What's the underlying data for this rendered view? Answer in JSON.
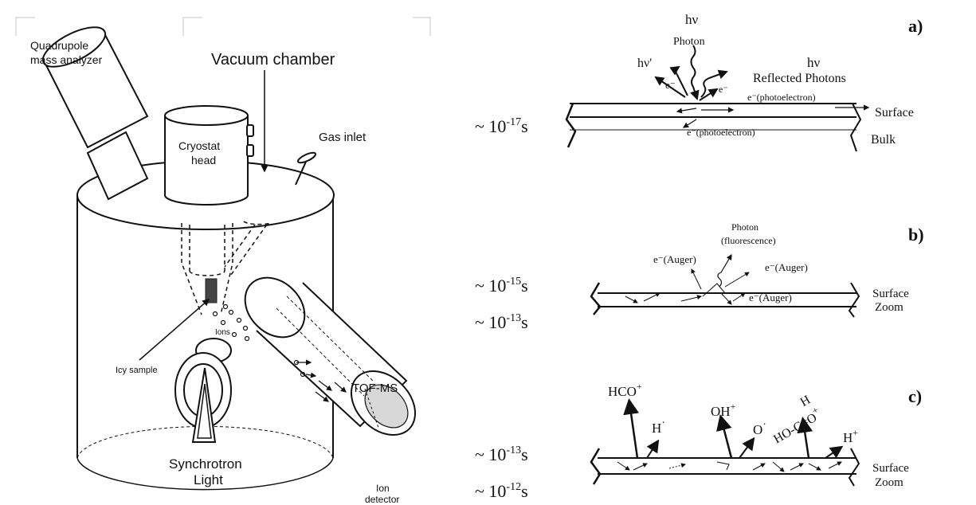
{
  "apparatus": {
    "vacuum_chamber": "Vacuum chamber",
    "quadrupole_line1": "Quadrupole",
    "quadrupole_line2": "mass analyzer",
    "cryostat_line1": "Cryostat",
    "cryostat_line2": "head",
    "gas_inlet": "Gas inlet",
    "ions": "Ions",
    "icy_sample": "Icy sample",
    "tof_ms": "TOF-MS",
    "synchrotron_line1": "Synchrotron",
    "synchrotron_line2": "Light",
    "ion_detector_line1": "Ion",
    "ion_detector_line2": "detector"
  },
  "panel_a": {
    "label": "a)",
    "hv_top": "hν",
    "photon": "Photon",
    "hv_prime": "hν'",
    "hv_right": "hν",
    "reflected": "Reflected Photons",
    "e_minus": "e⁻",
    "e_minus_2": "e⁻",
    "photoelectron_top": "e⁻(photoelectron)",
    "photoelectron_bottom": "e⁻(photoelectron)",
    "time": "~ 10",
    "time_exp": "-17",
    "time_unit": "s",
    "surface": "Surface",
    "bulk": "Bulk"
  },
  "panel_b": {
    "label": "b)",
    "photon": "Photon",
    "fluorescence": "(fluorescence)",
    "auger_left": "e⁻(Auger)",
    "auger_right": "e⁻(Auger)",
    "auger_bottom": "e⁻(Auger)",
    "time1": "~ 10",
    "time1_exp": "-15",
    "time2": "~ 10",
    "time2_exp": "-13",
    "time_unit": "s",
    "surface": "Surface",
    "zoom": "Zoom"
  },
  "panel_c": {
    "label": "c)",
    "hco": "HCO",
    "hco_sup": "+",
    "h_dot": "H",
    "h_dot_sup": "·",
    "oh": "OH",
    "oh_sup": "+",
    "o_dot": "O",
    "o_dot_sup": "·",
    "h_top": "H",
    "hoco": "HO-C=O",
    "hoco_sup": "+",
    "h_plus": "H",
    "h_plus_sup": "+",
    "time1": "~ 10",
    "time1_exp": "-13",
    "time2": "~ 10",
    "time2_exp": "-12",
    "time_unit": "s",
    "surface": "Surface",
    "zoom": "Zoom"
  }
}
